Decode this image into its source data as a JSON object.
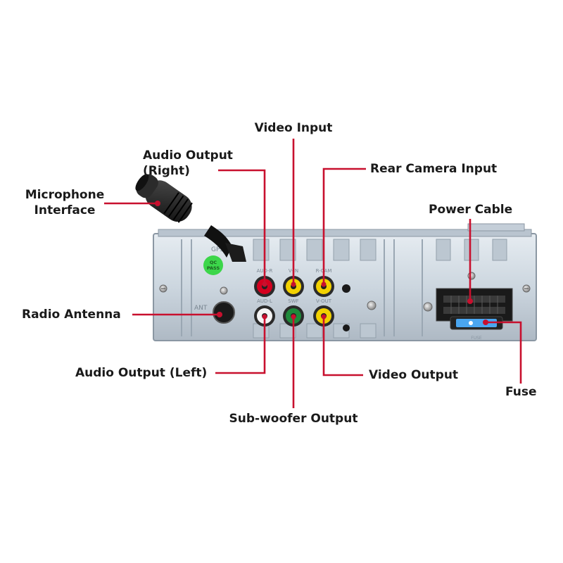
{
  "labels": {
    "video_input": "Video Input",
    "audio_output_right": "Audio Output\n(Right)",
    "rear_camera_input": "Rear Camera Input",
    "microphone_interface": "Microphone\nInterface",
    "power_cable": "Power Cable",
    "radio_antenna": "Radio Antenna",
    "audio_output_left": "Audio Output (Left)",
    "video_output": "Video Output",
    "fuse": "Fuse",
    "subwoofer_output": "Sub-woofer Output"
  },
  "panel_text": {
    "gps": "GPS",
    "qc_pass": "QC\nPASS",
    "ant": "ANT",
    "r_out": "AUD-R",
    "v_in": "V-IN",
    "r_cam": "R-CAM",
    "l_out": "AUD-L",
    "swf": "SWF",
    "v_out": "V-OUT"
  },
  "colors": {
    "leader": "#c8102e",
    "panel": "#c9d3dc",
    "panel_dark": "#9aa7b3",
    "jack_red": "#d4001f",
    "jack_yellow": "#f2d100",
    "jack_white": "#f4f4f4",
    "jack_green": "#1f8a3b",
    "qc_green": "#3cd64a",
    "fuse_blue": "#4aa6f0"
  }
}
